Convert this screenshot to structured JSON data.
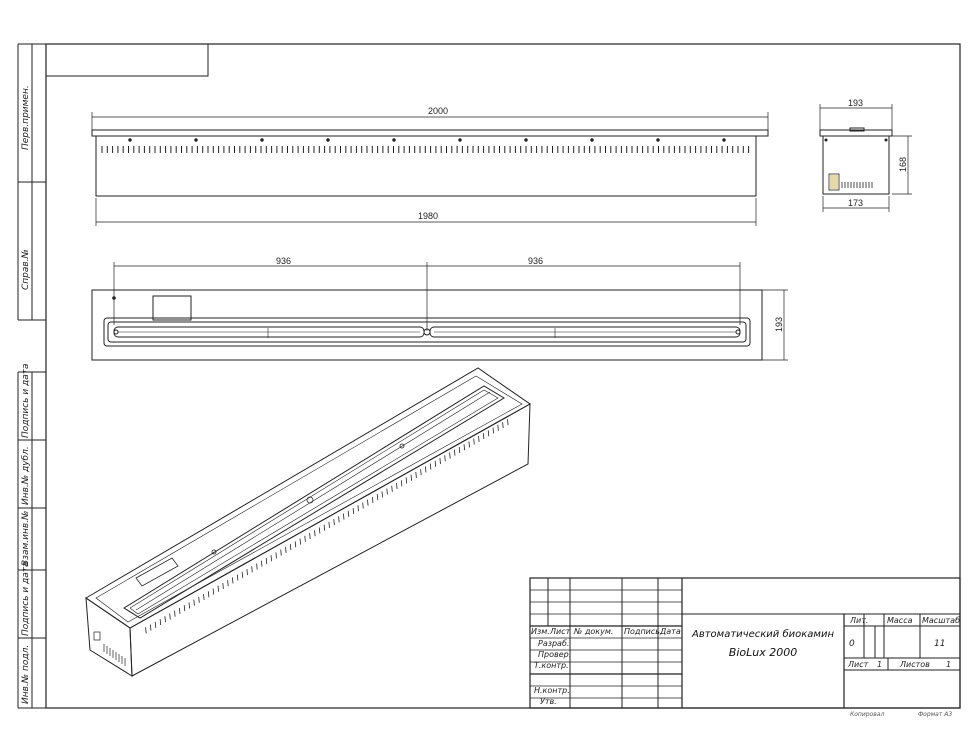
{
  "side_margin": {
    "labels": [
      "Перв.примен.",
      "Справ.№",
      "Подпись и дата",
      "Инв.№ дубл.",
      "Взам.инв.№",
      "Подпись и дата",
      "Инв.№ подл."
    ]
  },
  "front_view": {
    "total_width": "2000",
    "inner_width": "1980"
  },
  "side_view": {
    "width_top": "193",
    "height": "168",
    "width_bottom": "173"
  },
  "top_view": {
    "half_left": "936",
    "half_right": "936",
    "depth": "193"
  },
  "title_block": {
    "columns": [
      "Изм.",
      "Лист",
      "№ докум.",
      "Подпись",
      "Дата"
    ],
    "roles": [
      "Разраб.",
      "Провер.",
      "Т.контр.",
      "Н.контр.",
      "Утв."
    ],
    "title_line1": "Автоматический биокамин",
    "title_line2": "BioLux 2000",
    "lit_label": "Лит.",
    "mass_label": "Масса",
    "scale_label": "Масштаб",
    "lit_value": "0",
    "scale_value": "11",
    "sheet_label": "Лист",
    "sheet_value": "1",
    "sheets_label": "Листов",
    "sheets_value": "1"
  },
  "footer": {
    "copied": "Копировал",
    "format": "Формат А3"
  }
}
